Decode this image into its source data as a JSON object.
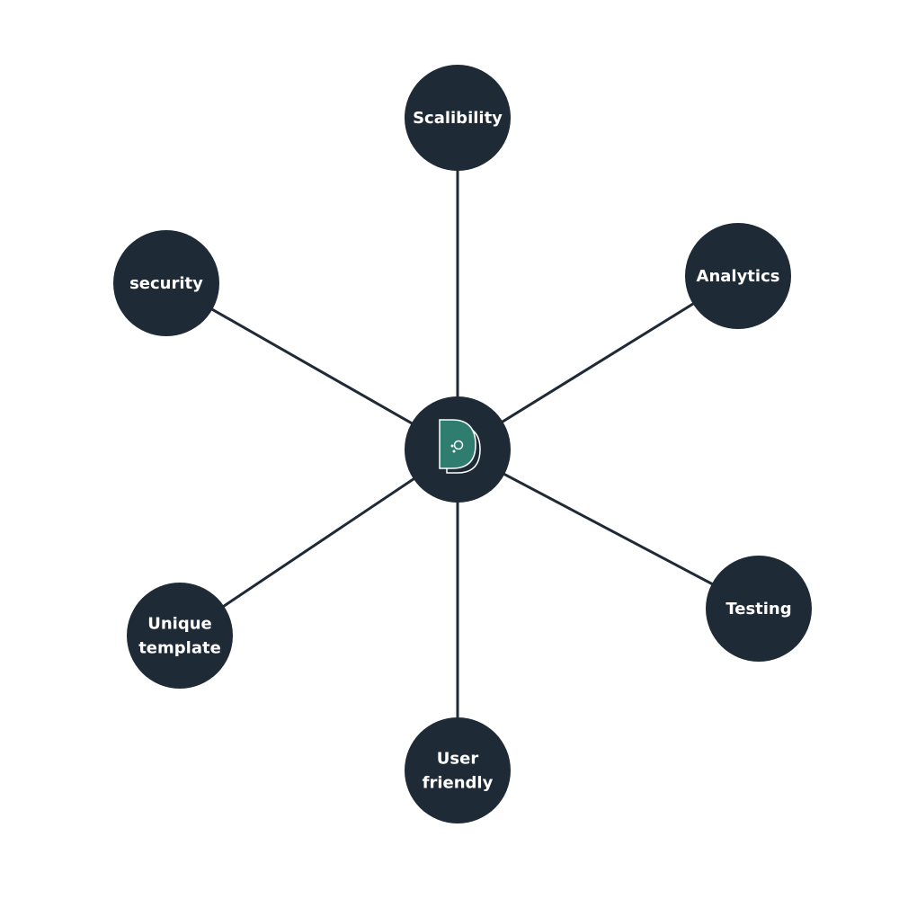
{
  "diagram": {
    "colors": {
      "node_fill": "#1e2a35",
      "line": "#1e2a35",
      "label": "#ffffff",
      "logo_fill": "#2e7d6f",
      "logo_outline": "#ffffff"
    },
    "hub": {
      "logo_icon": "d-letter-logo-icon"
    },
    "nodes": [
      {
        "id": "scalibility",
        "lines": [
          "Scalibility"
        ]
      },
      {
        "id": "analytics",
        "lines": [
          "Analytics"
        ]
      },
      {
        "id": "testing",
        "lines": [
          "Testing"
        ]
      },
      {
        "id": "user-friendly",
        "lines": [
          "User",
          "friendly"
        ]
      },
      {
        "id": "unique-template",
        "lines": [
          "Unique",
          "template"
        ]
      },
      {
        "id": "security",
        "lines": [
          "security"
        ]
      }
    ]
  }
}
